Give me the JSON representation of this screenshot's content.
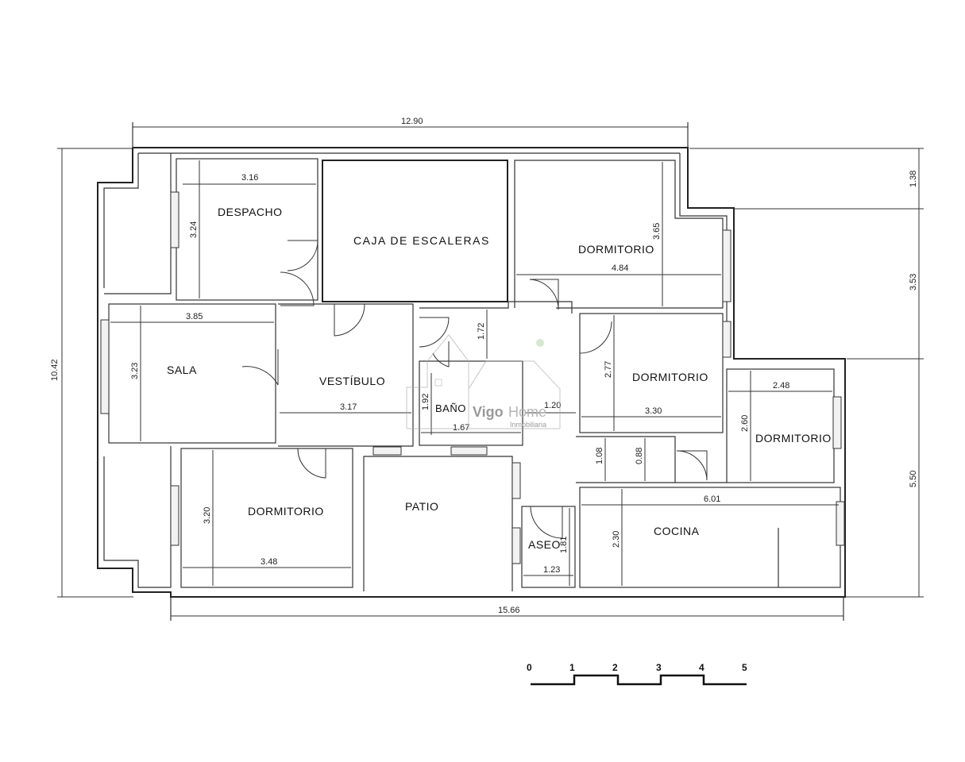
{
  "rooms": {
    "despacho": "DESPACHO",
    "caja_escaleras": "CAJA DE ESCALERAS",
    "dormitorio_ne": "DORMITORIO",
    "sala": "SALA",
    "vestibulo": "VESTÍBULO",
    "bano": "BAÑO",
    "dormitorio_e": "DORMITORIO",
    "dormitorio_far_e": "DORMITORIO",
    "dormitorio_sw": "DORMITORIO",
    "patio": "PATIO",
    "aseo": "ASEO",
    "cocina": "COCINA"
  },
  "dimensions": {
    "overall_top": "12.90",
    "overall_bottom": "15.66",
    "overall_left": "10.42",
    "right_top": "1.38",
    "right_mid": "3.53",
    "right_bottom": "5.50",
    "despacho_w": "3.16",
    "despacho_h": "3.24",
    "dorm_ne_h": "3.65",
    "dorm_ne_w": "4.84",
    "sala_w": "3.85",
    "sala_h": "3.23",
    "vestibulo_w": "3.17",
    "hall_h": "1.72",
    "bano_h": "1.92",
    "bano_w": "1.67",
    "corridor_w": "1.20",
    "dorm_e_h": "2.77",
    "dorm_e_w": "3.30",
    "dorm_far_e_w": "2.48",
    "dorm_far_e_h": "2.60",
    "passage_1": "1.08",
    "passage_2": "0.88",
    "dorm_sw_h": "3.20",
    "dorm_sw_w": "3.48",
    "cocina_w": "6.01",
    "cocina_h": "2.30",
    "aseo_h": "1.81",
    "aseo_w": "1.23"
  },
  "scale_bar": {
    "labels": [
      "0",
      "1",
      "2",
      "3",
      "4",
      "5"
    ]
  },
  "watermark": {
    "brand_a": "Vigo",
    "brand_b": "Home",
    "sub": "Inmobiliaria"
  }
}
